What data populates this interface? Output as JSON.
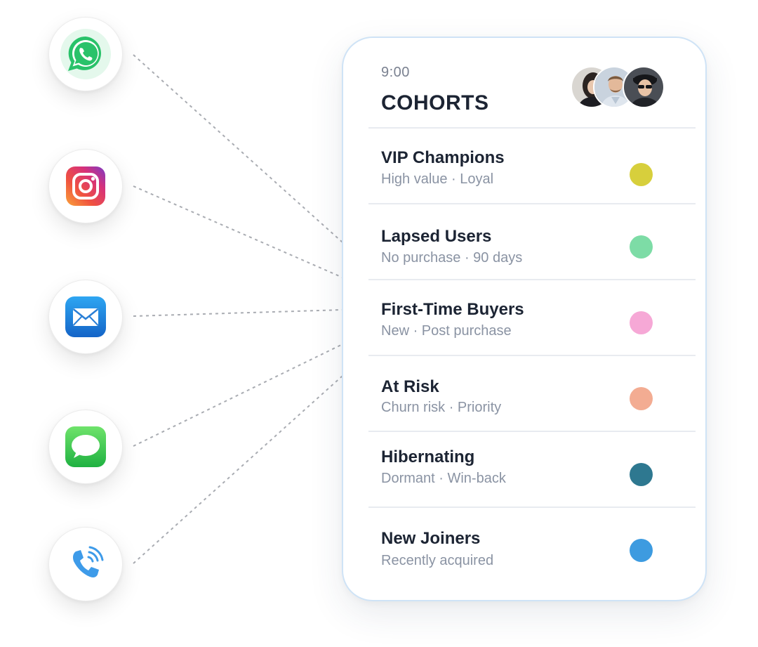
{
  "phone": {
    "time": "9:00",
    "title": "COHORTS"
  },
  "channels": [
    {
      "name": "whatsapp",
      "icon": "whatsapp-icon"
    },
    {
      "name": "instagram",
      "icon": "instagram-icon"
    },
    {
      "name": "email",
      "icon": "mail-icon"
    },
    {
      "name": "sms",
      "icon": "message-icon"
    },
    {
      "name": "voice",
      "icon": "phone-call-icon"
    }
  ],
  "cohorts": [
    {
      "name": "VIP Champions",
      "desc": "High value · Loyal",
      "color": "#d7cf3c"
    },
    {
      "name": "Lapsed Users",
      "desc": "No purchase · 90 days",
      "color": "#7ddca6"
    },
    {
      "name": "First-Time Buyers",
      "desc": "New · Post purchase",
      "color": "#f6a8d6"
    },
    {
      "name": "At Risk",
      "desc": "Churn risk · Priority",
      "color": "#f3ac92"
    },
    {
      "name": "Hibernating",
      "desc": "Dormant · Win-back",
      "color": "#2e7890"
    },
    {
      "name": "New Joiners",
      "desc": "Recently acquired",
      "color": "#3d9be0"
    }
  ]
}
